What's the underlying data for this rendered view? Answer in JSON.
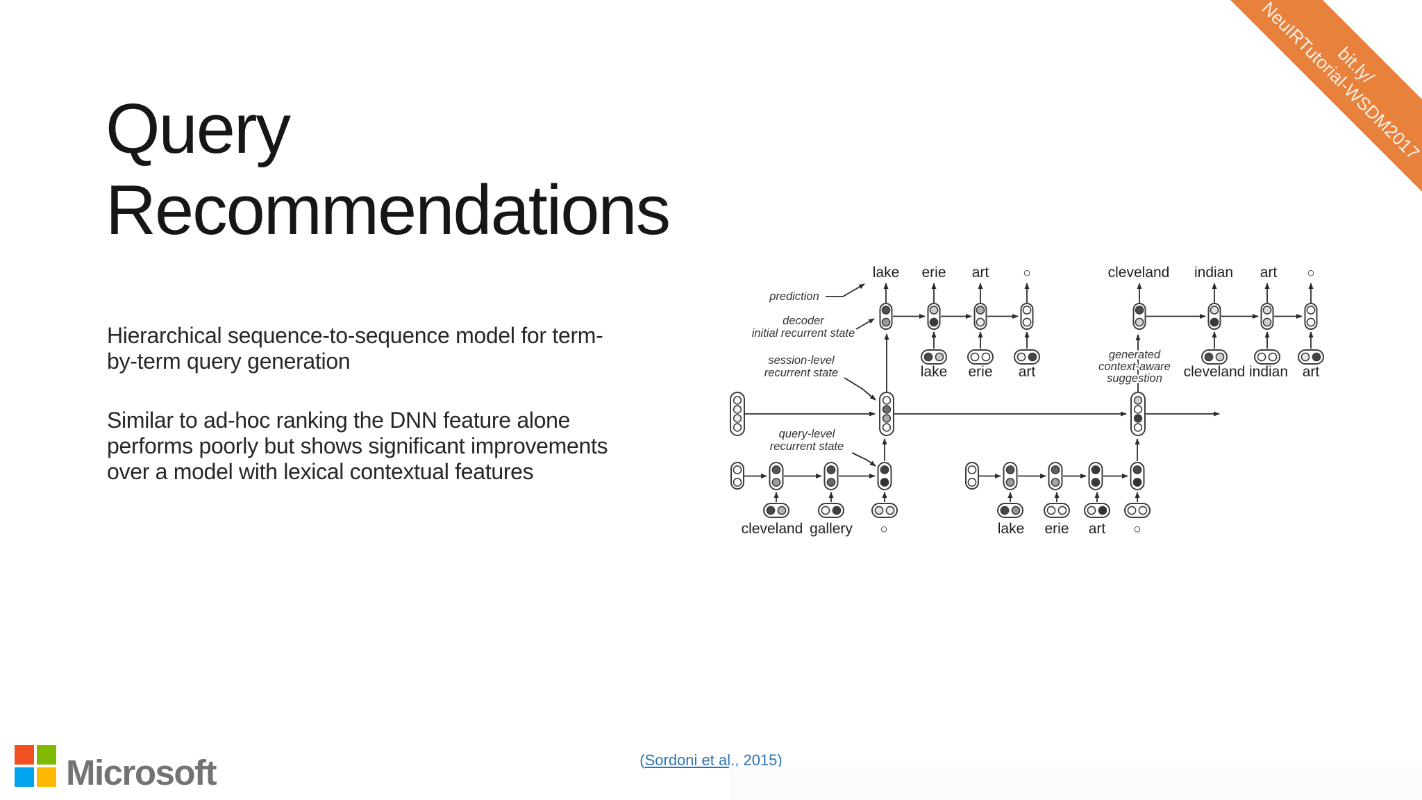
{
  "slide": {
    "title": "Query\nRecommendations",
    "paragraphs": {
      "p1": "Hierarchical sequence-to-sequence model for term-\nby-term query generation",
      "p2": "Similar to ad-hoc ranking the DNN feature alone\nperforms poorly but shows significant improvements\nover a model with lexical contextual features"
    },
    "citation": {
      "open": "(",
      "link_text": "Sordoni et al., 2015",
      "close": ")",
      "link_color": "#2E74B5"
    },
    "ribbon": {
      "line1": "bit.ly/",
      "line2": "NeuIRTutorial-WSDM2017",
      "color": "#E7813B"
    },
    "logo": {
      "wordmark": "Microsoft",
      "wordmark_color": "#737373",
      "square_colors": {
        "top_left": "#F25022",
        "top_right": "#7FBA00",
        "bottom_left": "#00A4EF",
        "bottom_right": "#FFB900"
      }
    }
  },
  "diagram": {
    "annotations": {
      "prediction": "prediction",
      "decoder_line1": "decoder",
      "decoder_line2": "initial recurrent state",
      "session_line1": "session-level",
      "session_line2": "recurrent state",
      "query_line1": "query-level",
      "query_line2": "recurrent state",
      "generated_line1": "generated",
      "generated_line2": "context-aware",
      "generated_line3": "suggestion"
    },
    "decoder1": {
      "out1": "lake",
      "out2": "erie",
      "out3": "art",
      "out4": "○",
      "in1": "lake",
      "in2": "erie",
      "in3": "art"
    },
    "decoder2": {
      "out1": "cleveland",
      "out2": "indian",
      "out3": "art",
      "out4": "○",
      "in1": "cleveland",
      "in2": "indian",
      "in3": "art"
    },
    "encoder1": {
      "in1": "cleveland",
      "in2": "gallery",
      "in3": "○"
    },
    "encoder2": {
      "in1": "lake",
      "in2": "erie",
      "in3": "art",
      "in4": "○"
    }
  }
}
